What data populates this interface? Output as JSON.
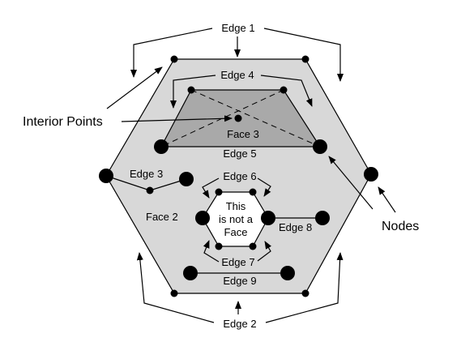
{
  "labels": {
    "edge1": "Edge 1",
    "edge2": "Edge 2",
    "edge3": "Edge 3",
    "edge4": "Edge 4",
    "edge5": "Edge 5",
    "edge6": "Edge 6",
    "edge7": "Edge 7",
    "edge8": "Edge 8",
    "edge9": "Edge 9",
    "face2": "Face 2",
    "face3": "Face 3",
    "not_face_line1": "This",
    "not_face_line2": "is not a",
    "not_face_line3": "Face",
    "interior_points": "Interior Points",
    "nodes": "Nodes"
  },
  "colors": {
    "face_light": "#d8d8d8",
    "face_dark": "#a9a9a9",
    "hole": "#ffffff",
    "stroke": "#000000"
  }
}
